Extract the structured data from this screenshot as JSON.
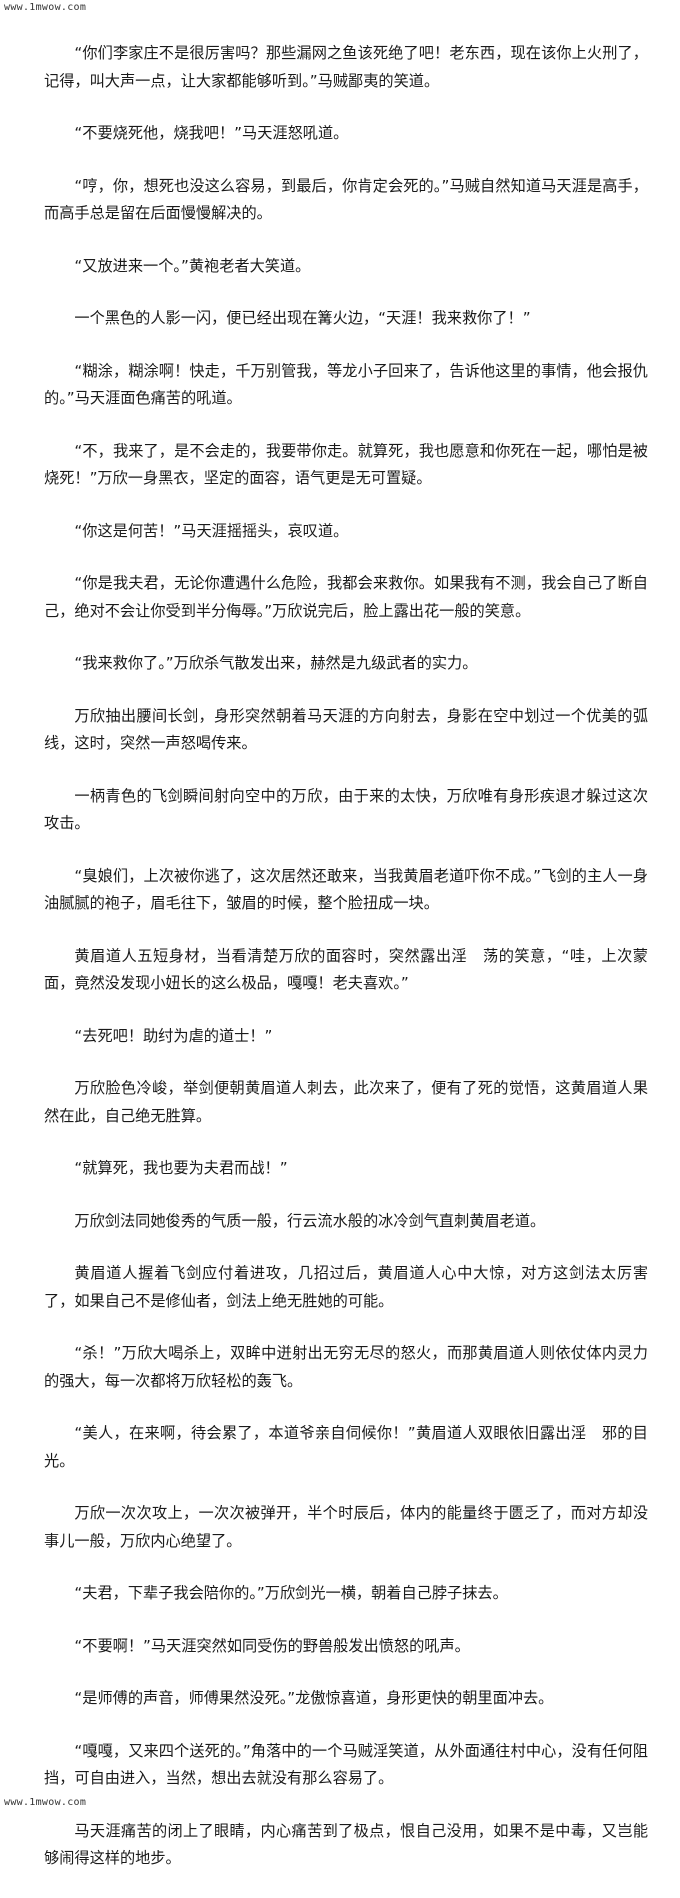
{
  "watermark": {
    "top": "www.1mwow.com",
    "bottom": "www.1mwow.com"
  },
  "paragraphs": [
    "“你们李家庄不是很厉害吗？那些漏网之鱼该死绝了吧！老东西，现在该你上火刑了，记得，叫大声一点，让大家都能够听到。”马贼鄙夷的笑道。",
    "“不要烧死他，烧我吧！”马天涯怒吼道。",
    "“哼，你，想死也没这么容易，到最后，你肯定会死的。”马贼自然知道马天涯是高手，而高手总是留在后面慢慢解决的。",
    "“又放进来一个。”黄袍老者大笑道。",
    "一个黑色的人影一闪，便已经出现在篝火边，“天涯！我来救你了！”",
    "“糊涂，糊涂啊！快走，千万别管我，等龙小子回来了，告诉他这里的事情，他会报仇的。”马天涯面色痛苦的吼道。",
    "“不，我来了，是不会走的，我要带你走。就算死，我也愿意和你死在一起，哪怕是被烧死！”万欣一身黑衣，坚定的面容，语气更是无可置疑。",
    "“你这是何苦！”马天涯摇摇头，哀叹道。",
    "“你是我夫君，无论你遭遇什么危险，我都会来救你。如果我有不测，我会自己了断自己，绝对不会让你受到半分侮辱。”万欣说完后，脸上露出花一般的笑意。",
    "“我来救你了。”万欣杀气散发出来，赫然是九级武者的实力。",
    "万欣抽出腰间长剑，身形突然朝着马天涯的方向射去，身影在空中划过一个优美的弧线，这时，突然一声怒喝传来。",
    "一柄青色的飞剑瞬间射向空中的万欣，由于来的太快，万欣唯有身形疾退才躲过这次攻击。",
    "“臭娘们，上次被你逃了，这次居然还敢来，当我黄眉老道吓你不成。”飞剑的主人一身油腻腻的袍子，眉毛往下，皱眉的时候，整个脸扭成一块。",
    "黄眉道人五短身材，当看清楚万欣的面容时，突然露出淫　荡的笑意，“哇，上次蒙面，竟然没发现小妞长的这么极品，嘎嘎！老夫喜欢。”",
    "“去死吧！助纣为虐的道士！”",
    "万欣脸色冷峻，举剑便朝黄眉道人刺去，此次来了，便有了死的觉悟，这黄眉道人果然在此，自己绝无胜算。",
    "“就算死，我也要为夫君而战！”",
    "万欣剑法同她俊秀的气质一般，行云流水般的冰冷剑气直刺黄眉老道。",
    "黄眉道人握着飞剑应付着进攻，几招过后，黄眉道人心中大惊，对方这剑法太厉害了，如果自己不是修仙者，剑法上绝无胜她的可能。",
    "“杀！”万欣大喝杀上，双眸中迸射出无穷无尽的怒火，而那黄眉道人则依仗体内灵力的强大，每一次都将万欣轻松的轰飞。",
    "“美人，在来啊，待会累了，本道爷亲自伺候你！”黄眉道人双眼依旧露出淫　邪的目光。",
    "万欣一次次攻上，一次次被弹开，半个时辰后，体内的能量终于匮乏了，而对方却没事儿一般，万欣内心绝望了。",
    "“夫君，下辈子我会陪你的。”万欣剑光一横，朝着自己脖子抹去。",
    "“不要啊！”马天涯突然如同受伤的野兽般发出愤怒的吼声。",
    "“是师傅的声音，师傅果然没死。”龙傲惊喜道，身形更快的朝里面冲去。",
    "“嘎嘎，又来四个送死的。”角落中的一个马贼淫笑道，从外面通往村中心，没有任何阻挡，可自由进入，当然，想出去就没有那么容易了。",
    "马天涯痛苦的闭上了眼睛，内心痛苦到了极点，恨自己没用，如果不是中毒，又岂能够闹得这样的地步。"
  ]
}
